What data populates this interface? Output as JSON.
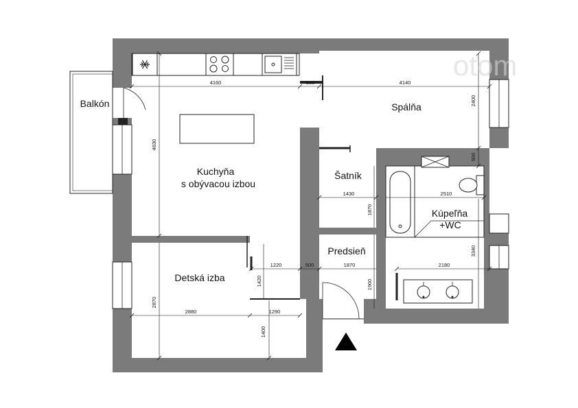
{
  "rooms": {
    "balcony": "Balkón",
    "bedroom": "Spálňa",
    "kitchen_line1": "Kuchyňa",
    "kitchen_line2": "s obývacou izbou",
    "closet": "Šatník",
    "bathroom_line1": "Kúpeľňa",
    "bathroom_line2": "+WC",
    "hall": "Predsieň",
    "kids_room": "Detská izba"
  },
  "dimensions": {
    "kitchen_width": "4160",
    "kitchen_door_gap": "500",
    "bedroom_width": "4140",
    "bedroom_depth": "2400",
    "bedroom_wall_gap": "500",
    "kitchen_depth": "4630",
    "closet_width": "1430",
    "bath_width": "2510",
    "closet_depth": "1870",
    "bath_depth": "3340",
    "hall_left": "1220",
    "hall_door_gap": "500",
    "hall_width": "1870",
    "bath_lower_width": "2180",
    "hall_depth": "1900",
    "kids_door": "1420",
    "kids_depth": "2870",
    "kids_width": "2880",
    "kids_right": "1290",
    "kids_lower": "1400"
  },
  "watermark": {
    "text": "otom"
  },
  "colors": {
    "wall": "#7b7b7b",
    "line": "#222222",
    "background": "#ffffff"
  },
  "icons": [
    "snowflake-icon",
    "entrance-arrow-icon"
  ]
}
